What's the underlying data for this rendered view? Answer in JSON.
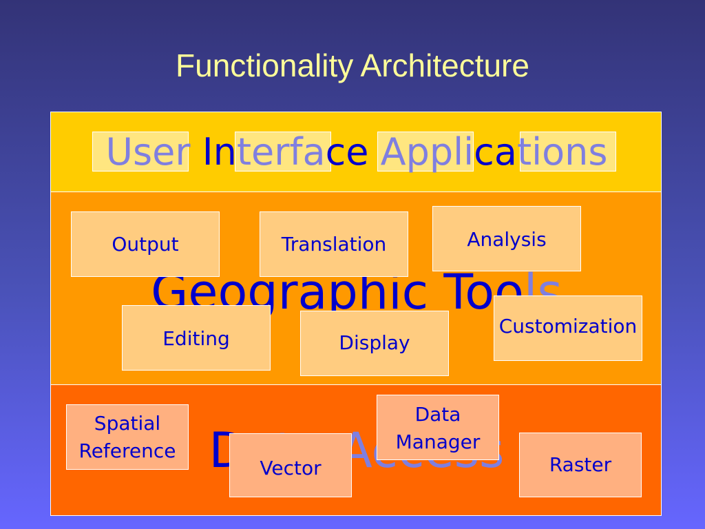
{
  "title": "Functionality Architecture",
  "layers": {
    "user_interface": {
      "fragments": [
        {
          "text": "User",
          "tone": "light"
        },
        {
          "text": " ",
          "tone": "dark"
        },
        {
          "text": "In",
          "tone": "dark"
        },
        {
          "text": "terfa",
          "tone": "light"
        },
        {
          "text": "ce ",
          "tone": "dark"
        },
        {
          "text": "Appli",
          "tone": "light"
        },
        {
          "text": "ca",
          "tone": "dark"
        },
        {
          "text": "tions",
          "tone": "light"
        }
      ]
    },
    "geographic_tools": {
      "label_fragments": [
        {
          "text": "Geographic",
          "tone": "dark"
        },
        {
          "text": " Too",
          "tone": "dark"
        },
        {
          "text": "ls",
          "tone": "light"
        }
      ],
      "components": {
        "output": "Output",
        "translation": "Translation",
        "analysis": "Analysis",
        "editing": "Editing",
        "display": "Display",
        "customization": "Customization"
      }
    },
    "data_access": {
      "label_fragments": [
        {
          "text": "D",
          "tone": "dark"
        },
        {
          "text": "ata ",
          "tone": "light"
        },
        {
          "text": "A",
          "tone": "light"
        },
        {
          "text": "ccess",
          "tone": "light"
        }
      ],
      "components": {
        "spatial_reference_line1": "Spatial",
        "spatial_reference_line2": "Reference",
        "data_manager_line1": "Data",
        "data_manager_line2": "Manager",
        "vector": "Vector",
        "raster": "Raster"
      }
    }
  },
  "colors": {
    "title": "#ffff99",
    "ui_layer": "#ffcc00",
    "geo_layer": "#ff9900",
    "data_layer": "#ff6600",
    "text_dark": "#0000cc",
    "text_light": "#7f7fe0"
  }
}
